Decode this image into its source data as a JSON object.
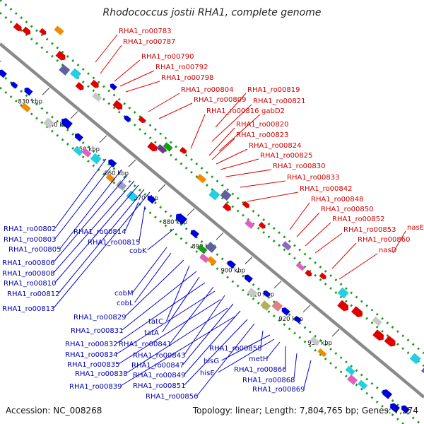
{
  "title": "Rhodococcus jostii RHA1, complete genome",
  "accession": "Accession: NC_008268",
  "topology": "Topology: linear; Length: 7,804,765 bp; Genes: 7,274",
  "colors": {
    "forward": "#e00000",
    "reverse": "#0000d8",
    "backbone": "#8a8a8a",
    "dots": "#1a9a1a"
  },
  "kbp_ticks": [
    "830 kbp",
    "840 kbp",
    "850 kbp",
    "860 kbp",
    "870 kbp",
    "880 kbp",
    "890 kbp",
    "900 kbp",
    "910 kbp",
    "920 kbp",
    "930 kbp"
  ],
  "forward_labels": [
    "RHA1_ro00783",
    "RHA1_ro00787",
    "RHA1_ro00790",
    "RHA1_ro00792",
    "RHA1_ro00798",
    "RHA1_ro00804",
    "RHA1_ro00819",
    "RHA1_ro00809",
    "RHA1_ro00821",
    "RHA1_ro00816",
    "gabD2",
    "RHA1_ro00820",
    "RHA1_ro00823",
    "RHA1_ro00824",
    "RHA1_ro00825",
    "RHA1_ro00830",
    "RHA1_ro00833",
    "RHA1_ro00842",
    "RHA1_ro00848",
    "RHA1_ro00850",
    "RHA1_ro00852",
    "RHA1_ro00853",
    "nasE",
    "RHA1_ro00860",
    "nasD"
  ],
  "reverse_labels": [
    "RHA1_ro00802",
    "RHA1_ro00803",
    "RHA1_ro00805",
    "RHA1_ro00806",
    "RHA1_ro00808",
    "RHA1_ro00810",
    "RHA1_ro00812",
    "RHA1_ro00813",
    "RHA1_ro00814",
    "RHA1_ro00815",
    "cobK",
    "cobM",
    "cobL",
    "RHA1_ro00829",
    "tatC",
    "RHA1_ro00831",
    "tatA",
    "RHA1_ro00832",
    "RHA1_ro00841",
    "RHA1_ro00834",
    "RHA1_ro00843",
    "RHA1_ro00835",
    "RHA1_ro00847",
    "RHA1_ro00838",
    "RHA1_ro00849",
    "RHA1_ro00839",
    "RHA1_ro00851",
    "RHA1_ro00856",
    "RHA1_ro00858",
    "hisG",
    "hisE",
    "metH",
    "RHA1_ro00866",
    "RHA1_ro00868",
    "RHA1_ro00869"
  ]
}
